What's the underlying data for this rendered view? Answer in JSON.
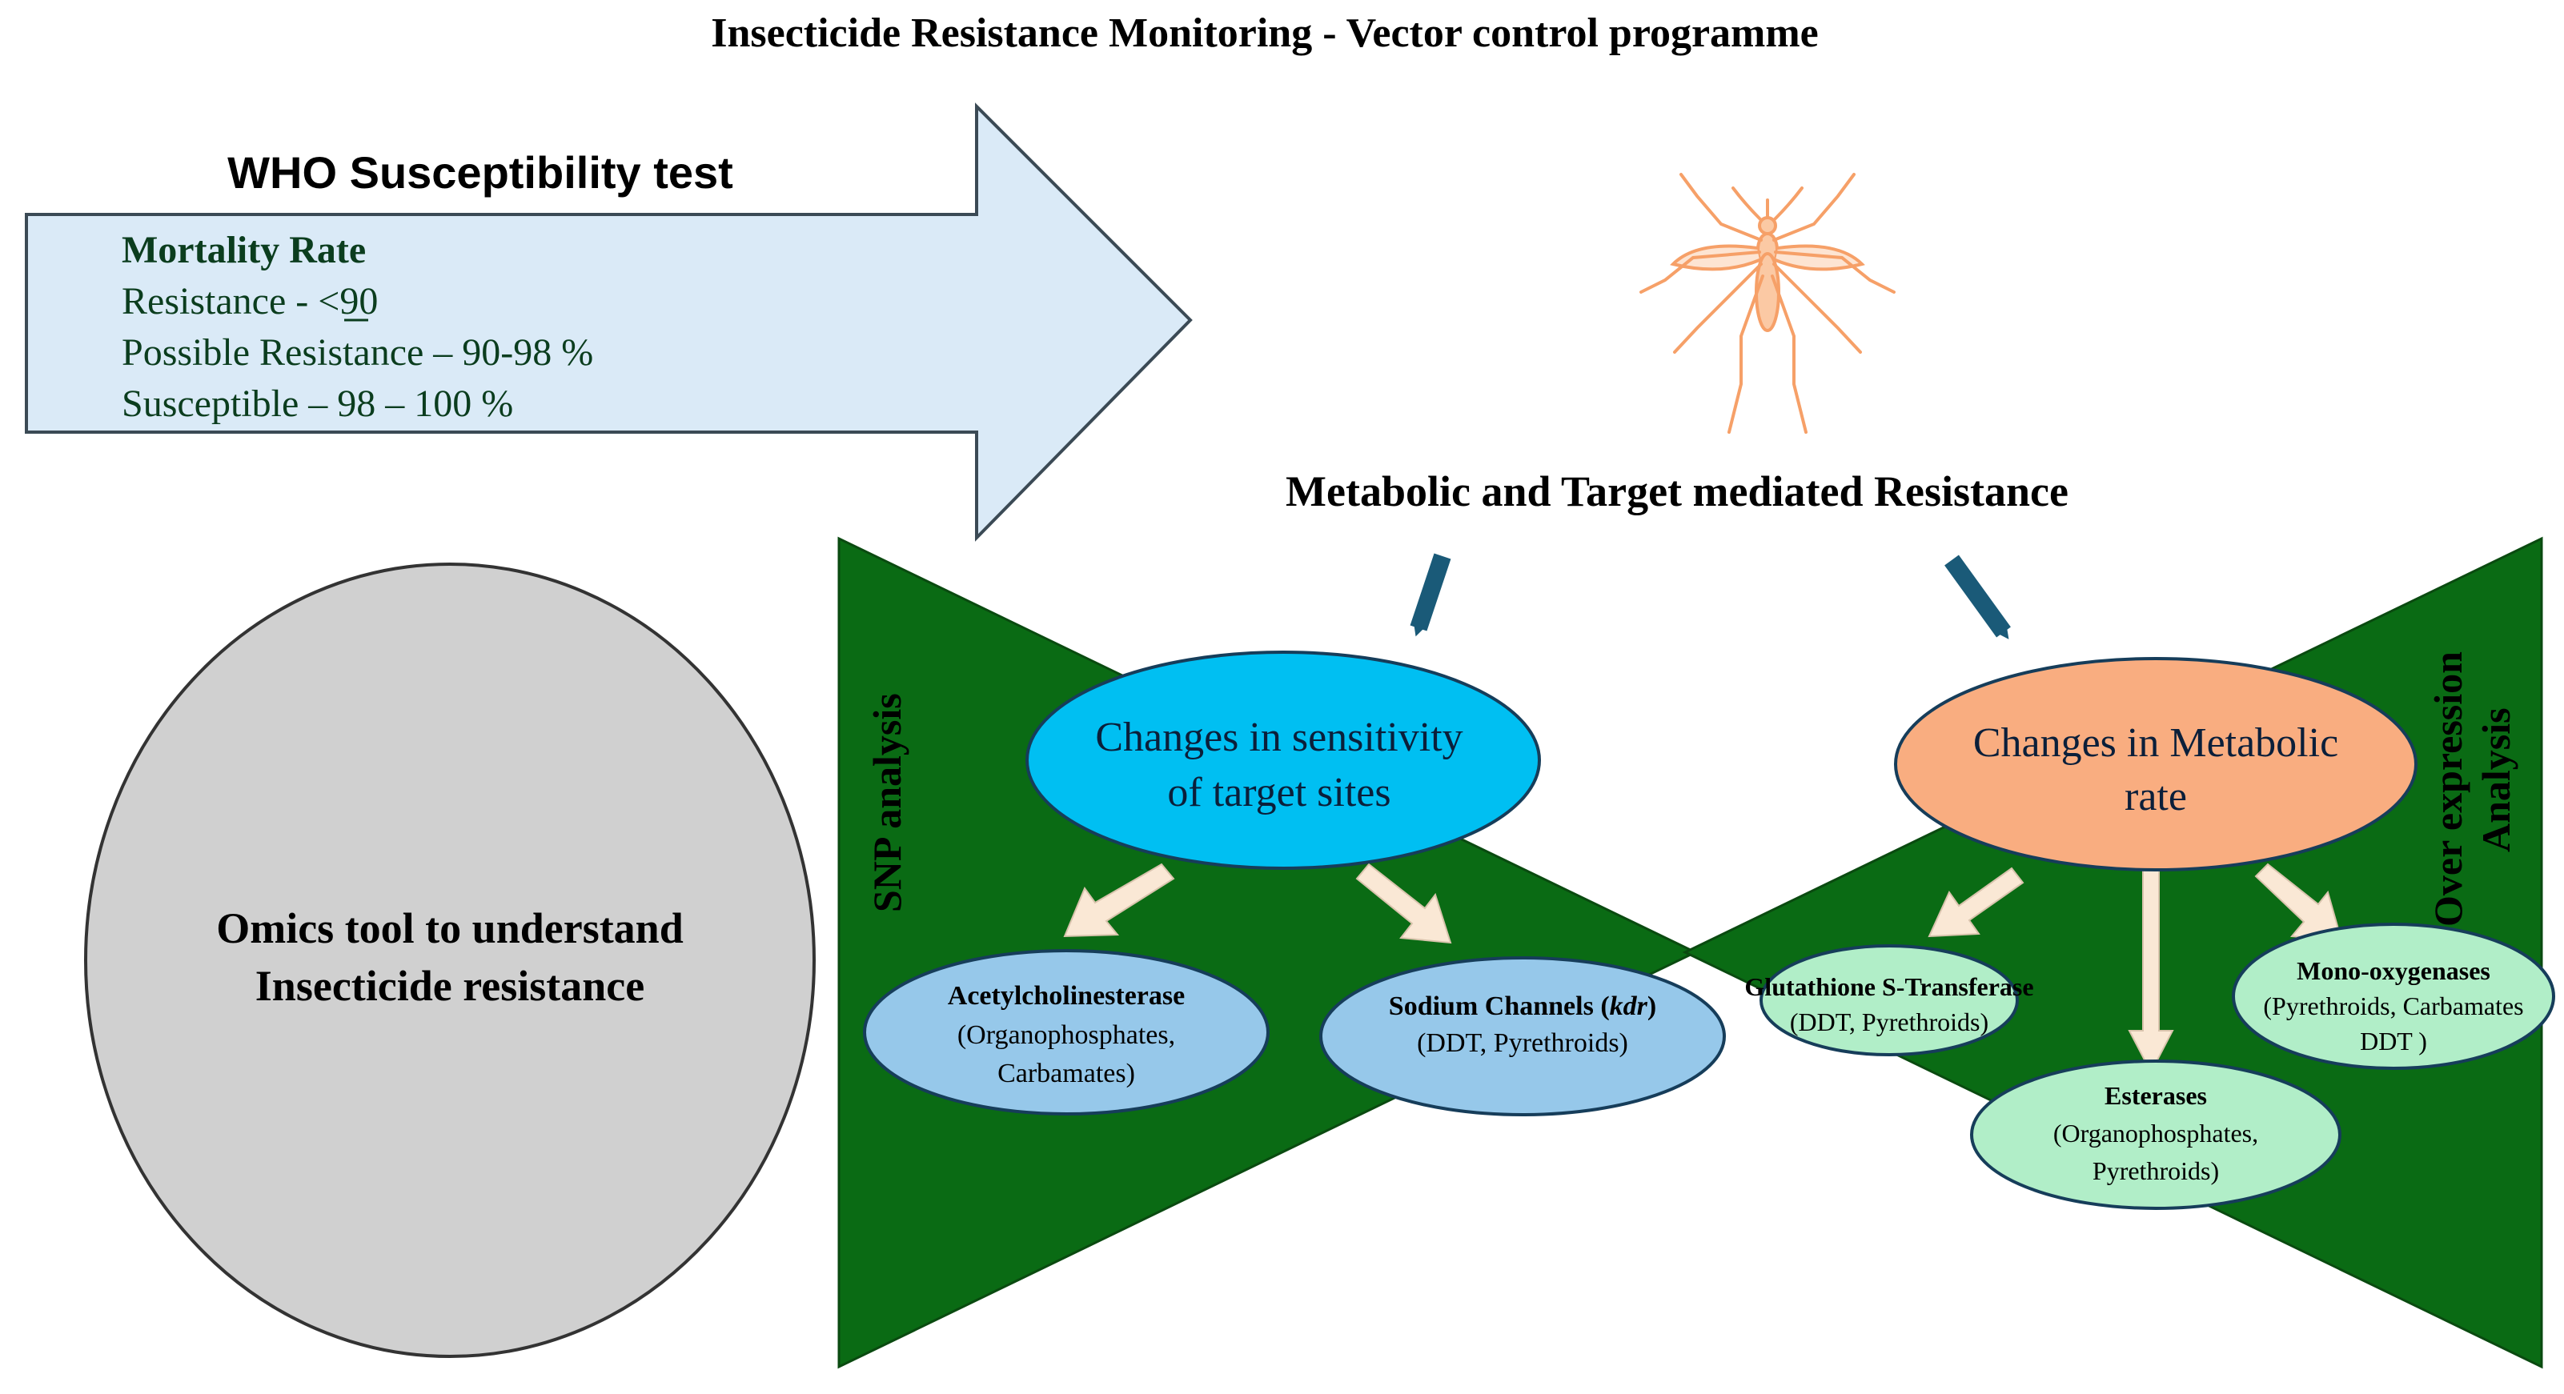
{
  "title": "Insecticide Resistance Monitoring  -  Vector control programme",
  "who_arrow": {
    "heading": "WHO Susceptibility test",
    "mortality_label": "Mortality Rate",
    "resistance_prefix": "Resistance - ",
    "resistance_symbol": "<",
    "resistance_value": "90",
    "possible": "Possible Resistance – 90-98 %",
    "susceptible": "Susceptible – 98 – 100 %"
  },
  "omics_circle": {
    "line1": "Omics tool to understand",
    "line2": "Insecticide resistance"
  },
  "mechanism_heading": "Metabolic and Target mediated Resistance",
  "snp_label": "SNP analysis",
  "overexpression_label": {
    "line1": "Over expression",
    "line2": "Analysis"
  },
  "target_sites": {
    "line1": "Changes in sensitivity",
    "line2": "of target sites"
  },
  "metabolic_rate": {
    "line1": "Changes in Metabolic",
    "line2": "rate"
  },
  "acetylcholinesterase": {
    "name": "Acetylcholinesterase",
    "detail1": "(Organophosphates,",
    "detail2": "Carbamates)"
  },
  "sodium_channels": {
    "name": "Sodium Channels (",
    "name_italic": "kdr",
    "name_close": ")",
    "detail": "(DDT, Pyrethroids)"
  },
  "glutathione": {
    "name": "Glutathione S-Transferase",
    "detail": "(DDT, Pyrethroids)"
  },
  "esterases": {
    "name": "Esterases",
    "detail1": "(Organophosphates,",
    "detail2": "Pyrethroids)"
  },
  "monooxygenases": {
    "name": "Mono-oxygenases",
    "detail1": "(Pyrethroids, Carbamates",
    "detail2": "DDT )"
  },
  "colors": {
    "arrow_fill": "#daeaf7",
    "green": "#0a6b14",
    "target_ellipse": "#00bff2",
    "metabolic_ellipse": "#f9ad80",
    "blue_ellipse": "#96c8ea",
    "mint_ellipse": "#b1eec8",
    "grey_circle": "#d0d0d0",
    "dark_arrow": "#1a5a78",
    "cream_arrow": "#fae8d5",
    "mosquito": "#f6a068",
    "dark_green_text": "#0b3d1e"
  }
}
